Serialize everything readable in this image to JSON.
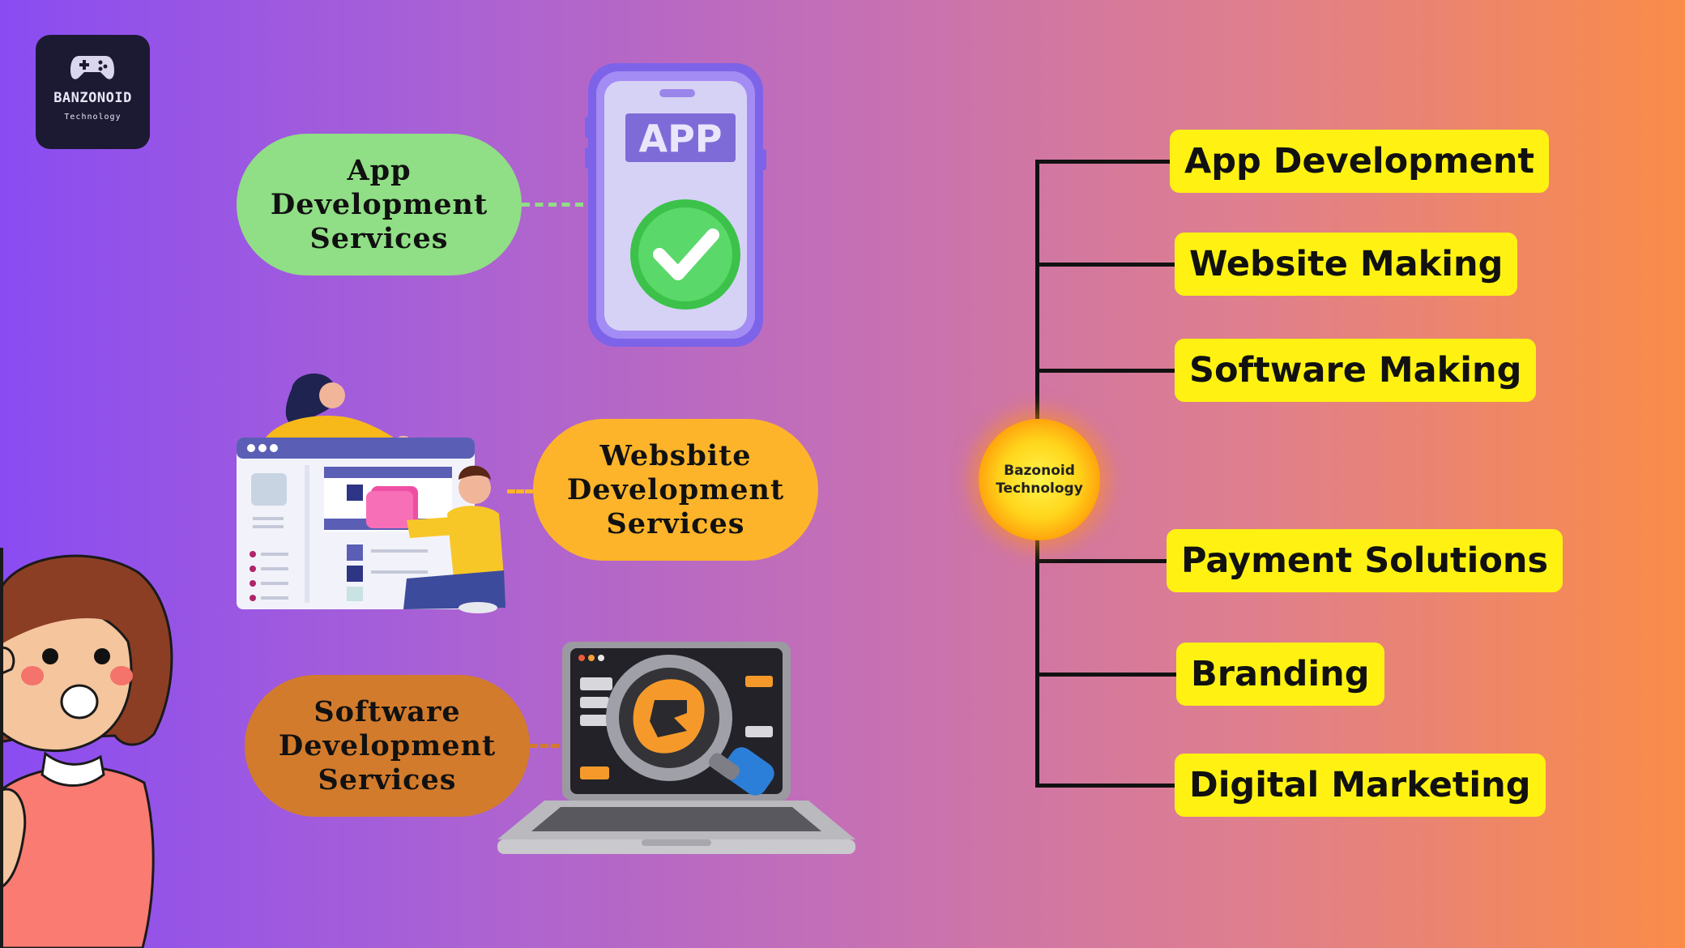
{
  "logo": {
    "brand": "BANZONOID",
    "sub": "Technology"
  },
  "services": [
    {
      "lines": [
        "App",
        "Development",
        "Services"
      ],
      "color": "#90de85"
    },
    {
      "lines": [
        "Websbite",
        "Development",
        "Services"
      ],
      "color": "#fdb42a"
    },
    {
      "lines": [
        "Software",
        "Development",
        "Services"
      ],
      "color": "#d27b2c"
    }
  ],
  "illustrations": {
    "phone_screen_label": "APP"
  },
  "hub": {
    "label": "Bazonoid Technology"
  },
  "branches": [
    "App Development",
    "Website Making",
    "Software Making",
    "Payment Solutions",
    "Branding",
    "Digital Marketing"
  ],
  "colors": {
    "tag": "#fff212",
    "line": "#111111"
  }
}
